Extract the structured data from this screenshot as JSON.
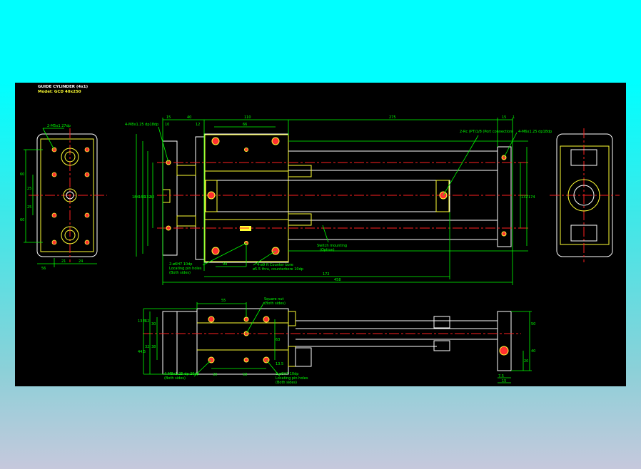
{
  "drawing": {
    "title": "GUIDE CYLINDER (4x1)",
    "model": "Model: GCD 40x250",
    "colors": {
      "background": "#000000",
      "outline": "#ffffff",
      "part": "#ffff33",
      "dimension": "#00ff00",
      "centerline": "#ff2020",
      "window": "#00ffff"
    },
    "notes": {
      "left_holes": "2-M5x1 27dp",
      "plate_holes": "4-M8x1.25 dp18dp",
      "port_connection": "2-Rc (PT)1/8 (Port connection)",
      "right_holes": "4-M6x1.25 dp18dp",
      "dowel_pin": "2-ø6H7 10dp",
      "dowel_pin_2": "Locating pin holes",
      "dowel_pin_3": "(Both sides)",
      "cover_bolt": "4-ø9 ft Counter bore",
      "cover_bolt_2": "ø5.5 thru, counterbore 10dp",
      "switch": "Switch mounting",
      "switch_2": "(Option)",
      "bottom_left": "4-M8x1.25 dp 20dp",
      "bottom_left_2": "(Both sides)",
      "bottom_right": "2-ø6H7 10dp",
      "bottom_right_2": "Locating pin holes",
      "bottom_right_3": "(Both sides)",
      "top_note": "Square nut",
      "top_note_2": "(Both sides)"
    },
    "dimensions": {
      "d15a": "15",
      "d40": "40",
      "d110": "110",
      "d66": "66",
      "d275": "275",
      "d15b": "15",
      "d1": "1",
      "d10": "10",
      "d12": "12",
      "d99": "99",
      "d172": "172",
      "d458": "458",
      "d184": "184",
      "d160": "160",
      "d132": "132",
      "d92": "92",
      "d132r": "132",
      "d174": "174",
      "d60a": "60",
      "d25a": "25",
      "d25b": "25",
      "d60b": "60",
      "d21": "21",
      "d24": "24",
      "d56": "56",
      "d55": "55",
      "d30": "30",
      "d58": "58",
      "d125": "13.5",
      "d52": "52",
      "d30b": "30",
      "d32": "32",
      "d38": "38",
      "d44": "44.5",
      "d63": "63",
      "d13": "13.5",
      "d50": "50",
      "d40b": "40",
      "d20": "20",
      "d7": "7.5",
      "d15c": "15"
    }
  }
}
